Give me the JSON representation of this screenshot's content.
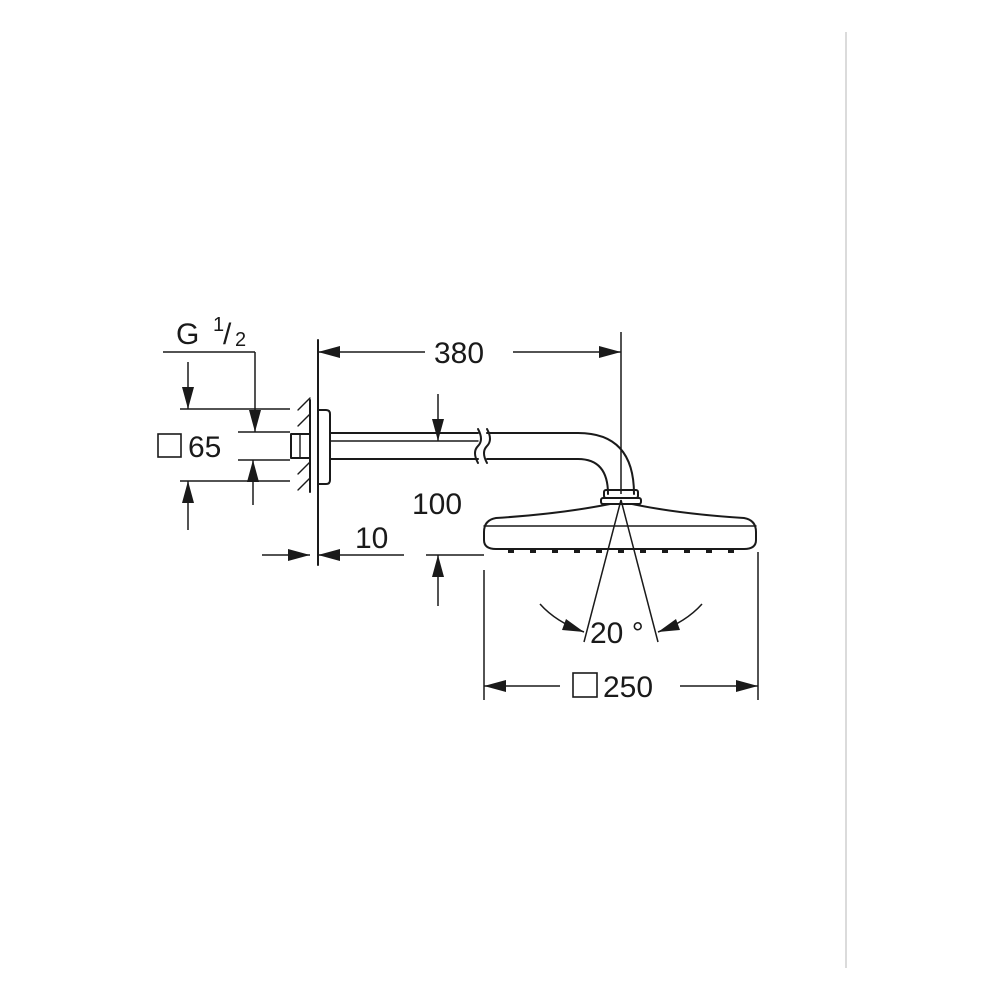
{
  "labels": {
    "thread_letter": "G",
    "thread_numerator": "1",
    "thread_slash": "/",
    "thread_denominator": "2",
    "flange_size": "65",
    "arm_length": "380",
    "arm_drop": "100",
    "wall_gap": "10",
    "tilt_angle": "20 °",
    "head_size": "250"
  },
  "colors": {
    "line": "#1a1a1a",
    "page_edge": "#cfcfcf",
    "background": "#ffffff"
  },
  "icons": {
    "square_symbol": "square-dimension-symbol"
  }
}
